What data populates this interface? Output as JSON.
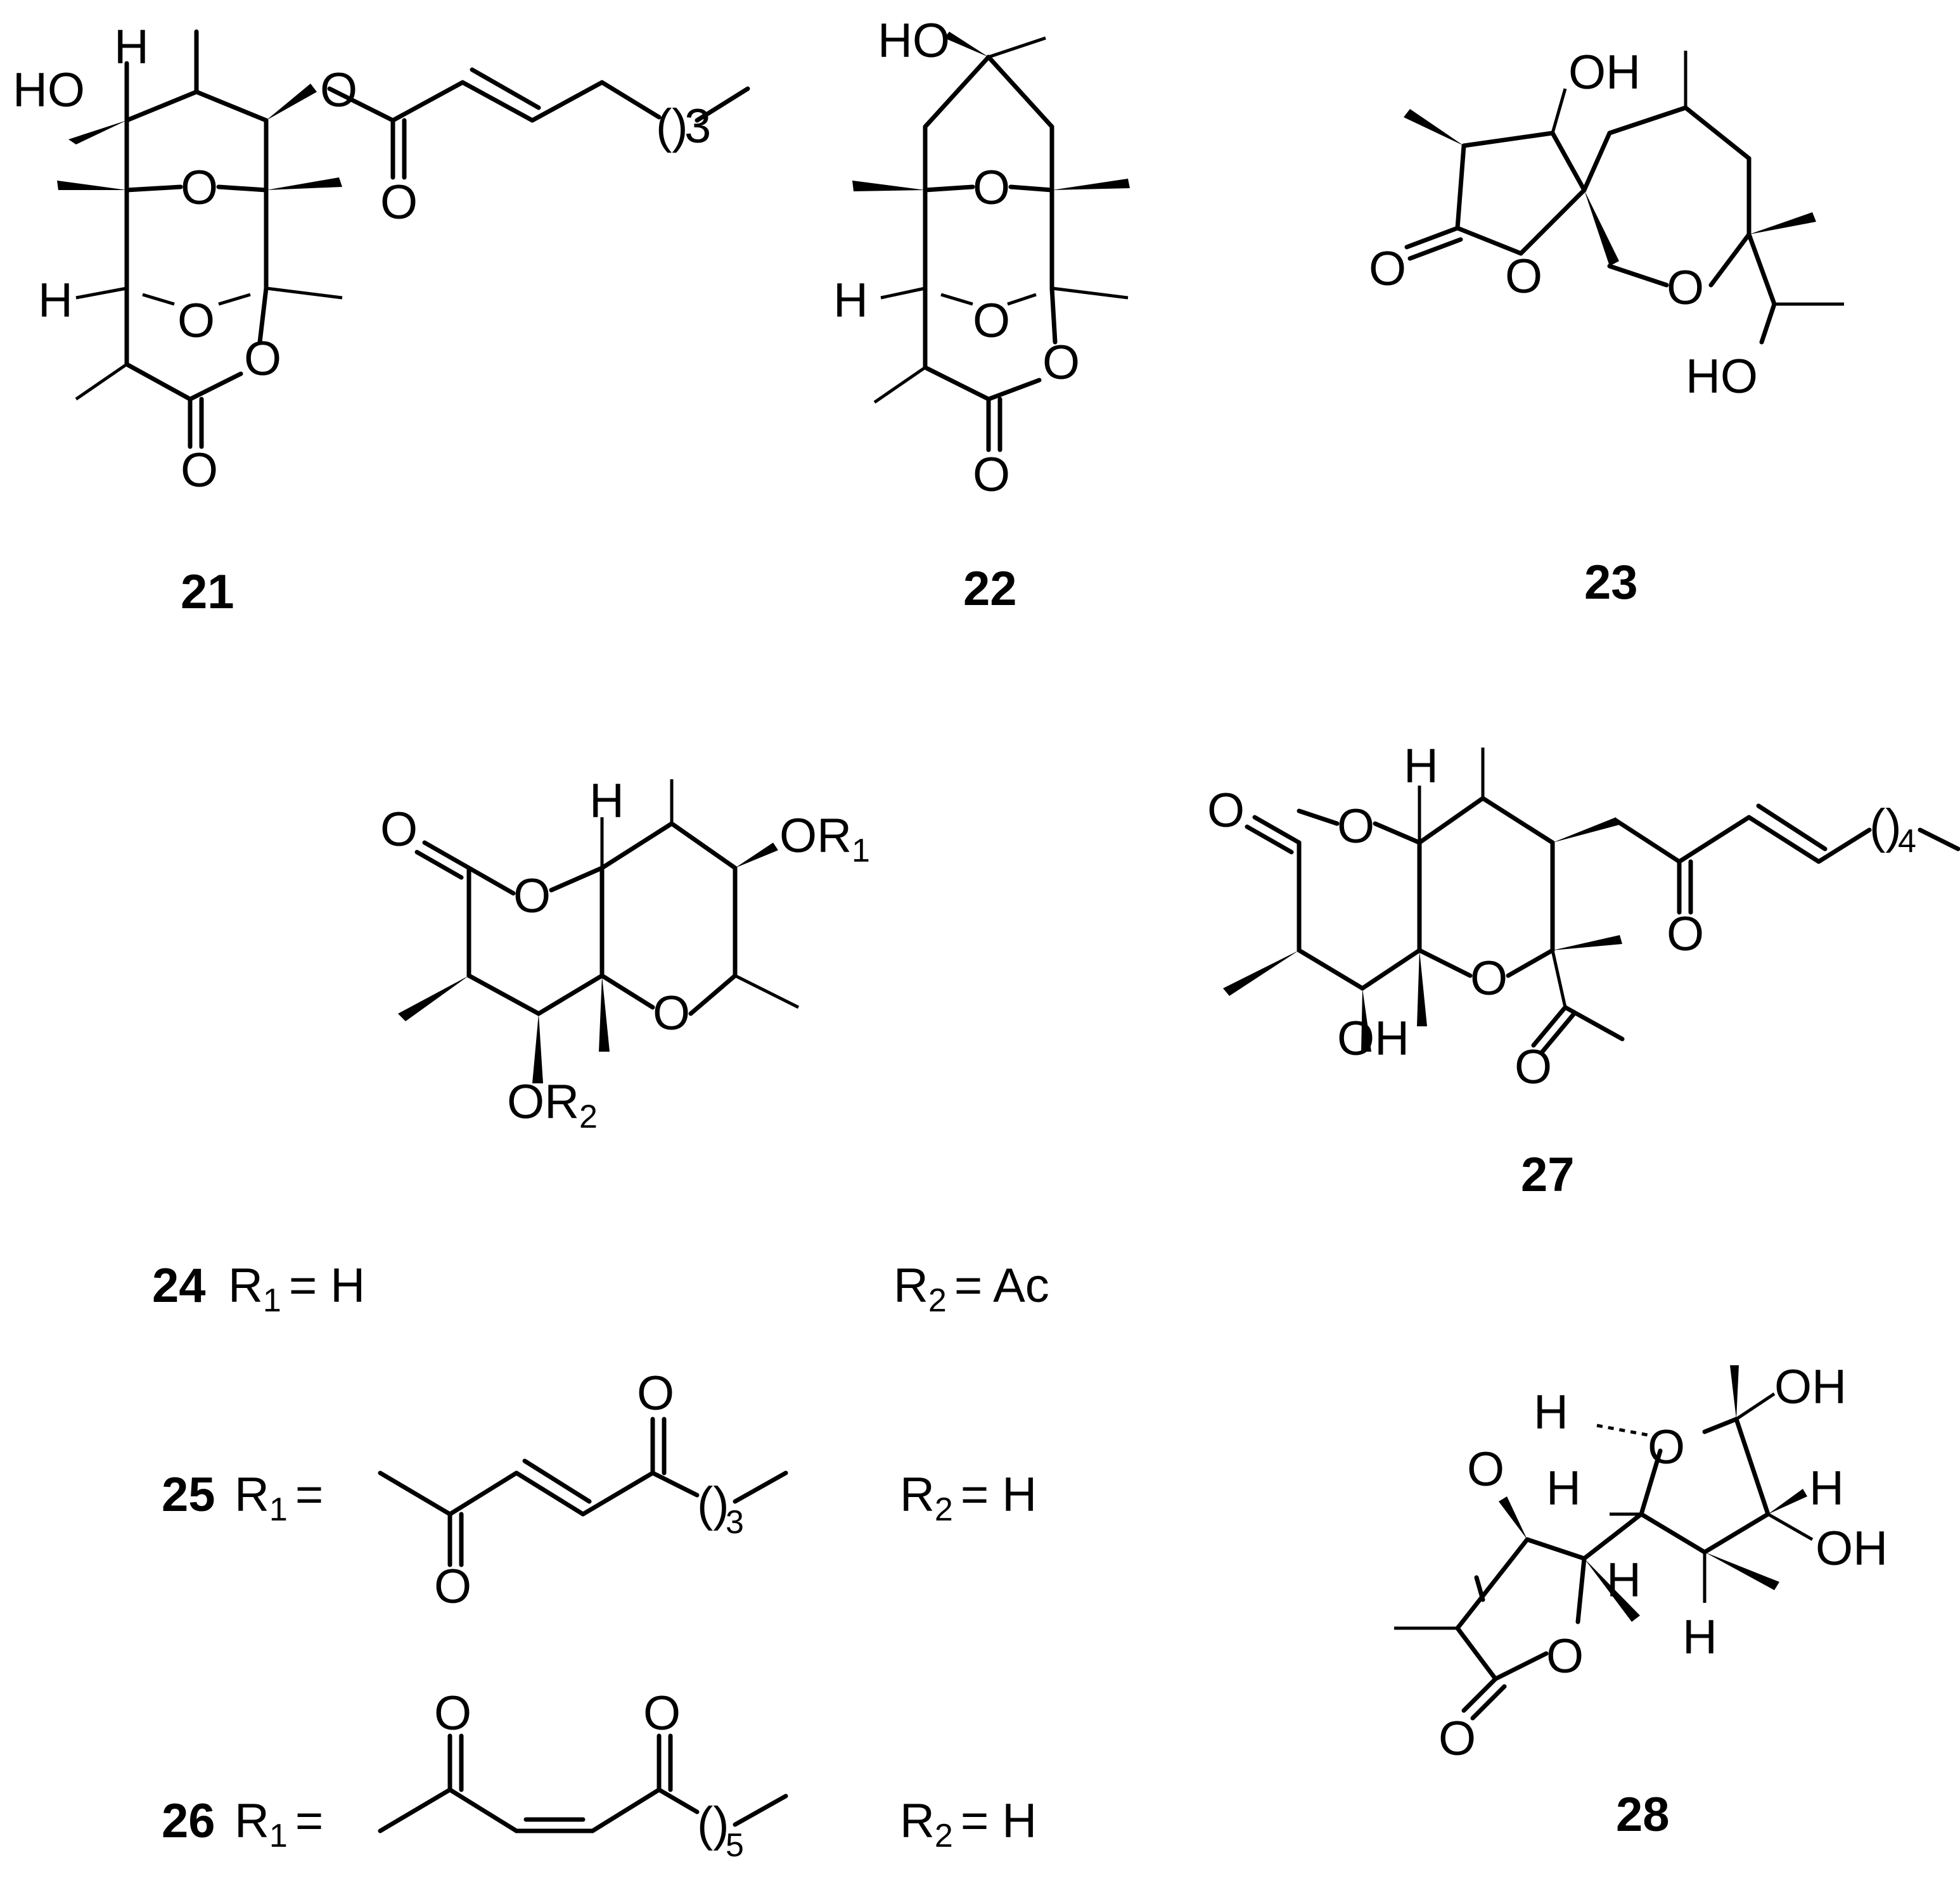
{
  "compounds": [
    {
      "id": "21"
    },
    {
      "id": "22"
    },
    {
      "id": "23"
    },
    {
      "id": "27"
    },
    {
      "id": "28"
    }
  ],
  "r_groups": [
    {
      "id": "24",
      "r1_label": "R",
      "r1_sub": "1",
      "r1_value": "= H",
      "r2_label": "R",
      "r2_sub": "2",
      "r2_value": "= Ac"
    },
    {
      "id": "25",
      "r1_label": "R",
      "r1_sub": "1",
      "r1_value": "=",
      "r2_label": "R",
      "r2_sub": "2",
      "r2_value": "= H",
      "chain_repeat": "3"
    },
    {
      "id": "26",
      "r1_label": "R",
      "r1_sub": "1",
      "r1_value": "=",
      "r2_label": "R",
      "r2_sub": "2",
      "r2_value": "= H",
      "chain_repeat": "5"
    }
  ],
  "atom_labels": {
    "oh": "OH",
    "ho": "HO",
    "o": "O",
    "h": "H",
    "or": "OR",
    "sub1": "1",
    "sub2": "2",
    "paren": "()",
    "rep3": "3",
    "rep4": "4"
  }
}
